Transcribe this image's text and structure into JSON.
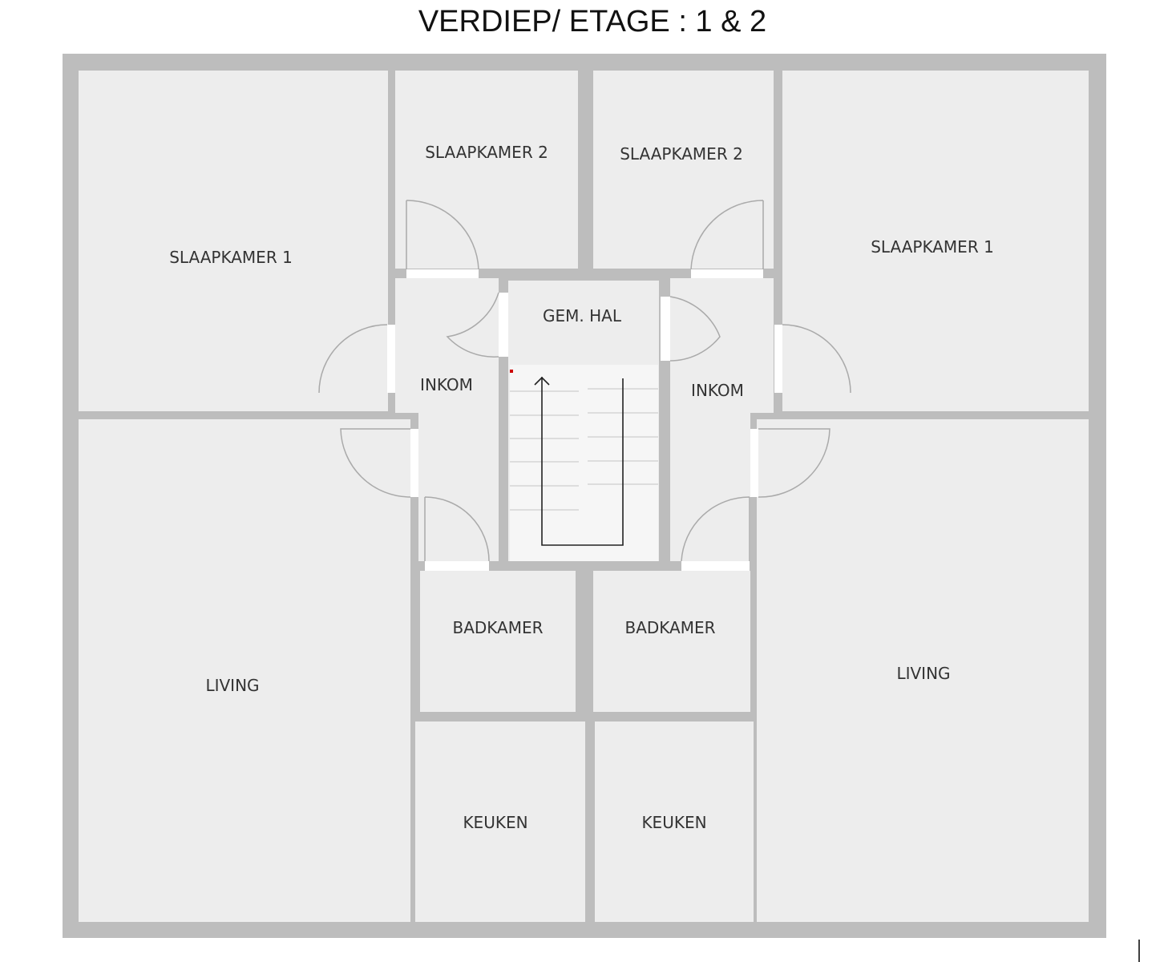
{
  "title": "VERDIEP/ ETAGE : 1 & 2",
  "rooms": {
    "slaapkamer1_left": "SLAAPKAMER 1",
    "slaapkamer2_left": "SLAAPKAMER 2",
    "slaapkamer2_right": "SLAAPKAMER 2",
    "slaapkamer1_right": "SLAAPKAMER 1",
    "gem_hal": "GEM. HAL",
    "inkom_left": "INKOM",
    "inkom_right": "INKOM",
    "badkamer_left": "BADKAMER",
    "badkamer_right": "BADKAMER",
    "living_left": "LIVING",
    "living_right": "LIVING",
    "keuken_left": "KEUKEN",
    "keuken_right": "KEUKEN"
  },
  "colors": {
    "wall": "#bdbdbd",
    "floor": "#ededed"
  }
}
